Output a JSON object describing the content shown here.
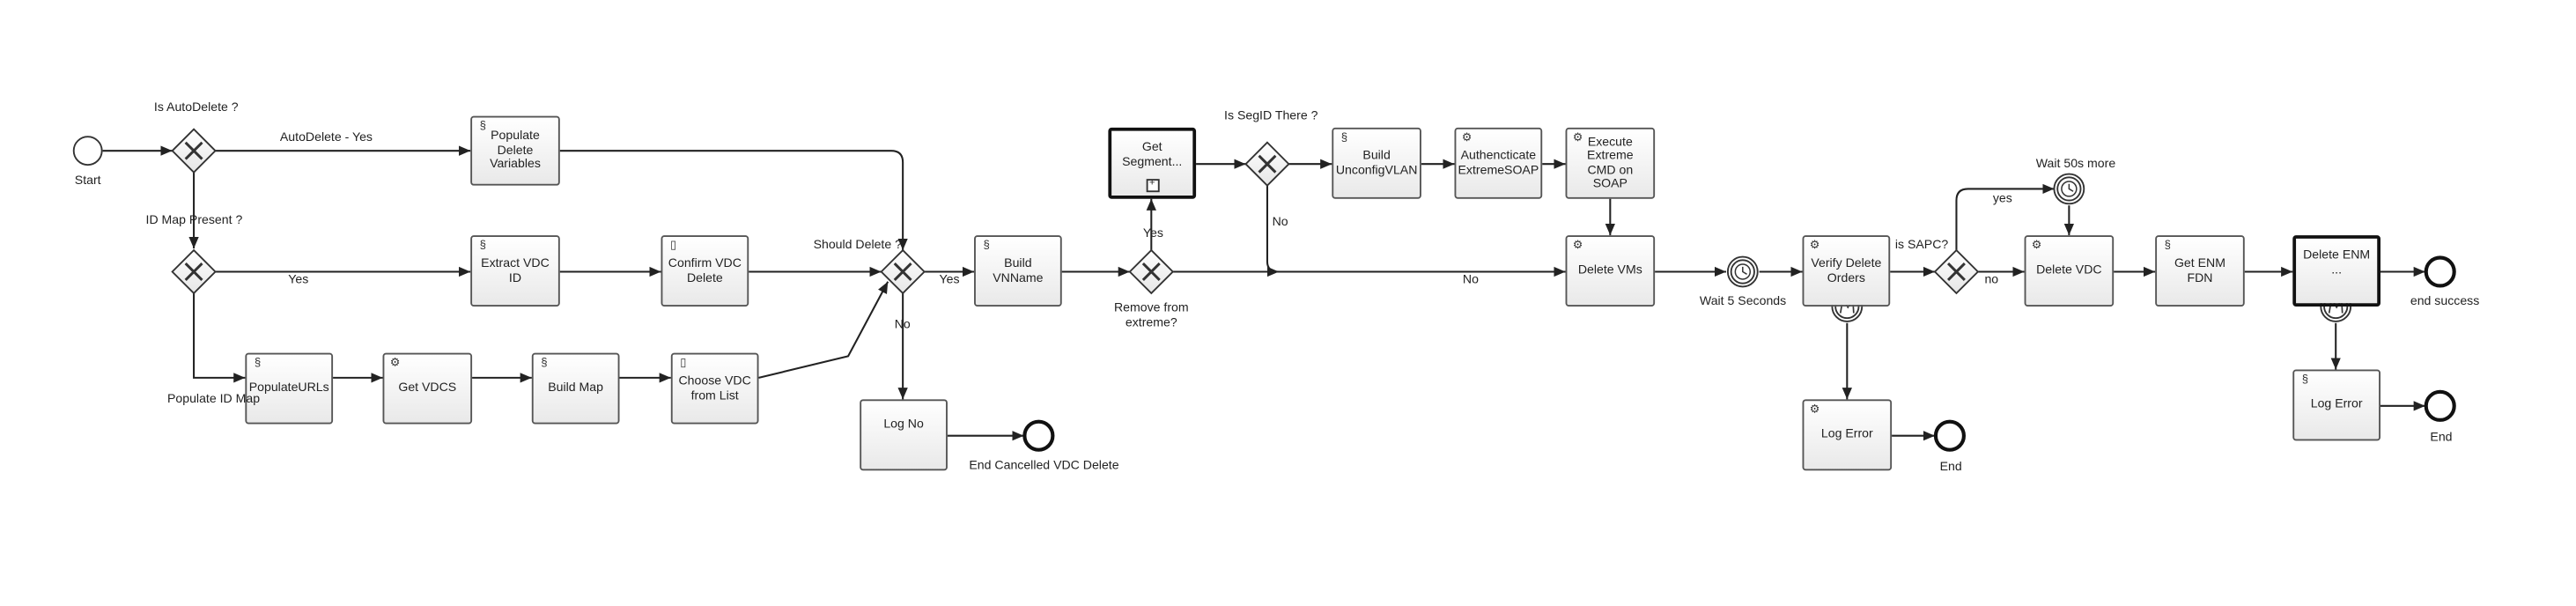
{
  "labels": {
    "start": "Start",
    "is_autodelete": "Is AutoDelete ?",
    "autodelete_yes": "AutoDelete - Yes",
    "id_map_present": "ID Map Present ?",
    "yes1": "Yes",
    "populate_id_map": "Populate ID Map",
    "should_delete": "Should Delete ?",
    "yes2": "Yes",
    "no1": "No",
    "end_cancelled": "End Cancelled VDC Delete",
    "yes3": "Yes",
    "remove_from_extreme": "Remove from extreme?",
    "segid_there": "Is SegID There ?",
    "no2": "No",
    "no3": "No",
    "wait5": "Wait 5 Seconds",
    "is_sapc": "is SAPC?",
    "yes4": "yes",
    "no4": "no",
    "wait50": "Wait 50s more",
    "end_mid": "End",
    "end_success": "end success",
    "end_right": "End"
  },
  "tasks": {
    "populate_delete_vars": "Populate Delete Variables",
    "extract_vdc_id": "Extract VDC ID",
    "confirm_vdc_delete": "Confirm VDC Delete",
    "populate_urls": "PopulateURLs",
    "get_vdcs": "Get VDCS",
    "build_map": "Build Map",
    "choose_vdc": "Choose VDC from List",
    "build_vnname": "Build VNName",
    "log_no": "Log No",
    "get_segment": "Get Segment...",
    "build_unconfig_vlan": "Build UnconfigVLAN",
    "authenticate_extreme": "Authencticate ExtremeSOAP",
    "execute_extreme": "Execute Extreme CMD on SOAP",
    "delete_vms": "Delete VMs",
    "verify_delete_orders": "Verify Delete Orders",
    "log_error_mid": "Log Error",
    "delete_vdc": "Delete VDC",
    "get_enm_fdn": "Get ENM FDN",
    "delete_enm": "Delete ENM ...",
    "log_error_right": "Log Error"
  },
  "icons": {
    "script": "script-task-icon",
    "service": "service-task-icon",
    "user": "user-task-icon",
    "gateway": "exclusive-gateway-icon",
    "timer": "timer-event-icon",
    "error": "error-boundary-event-icon"
  },
  "colors": {
    "stroke": "#333333",
    "task_fill_top": "#ffffff",
    "task_fill_bottom": "#e9e9e9"
  }
}
